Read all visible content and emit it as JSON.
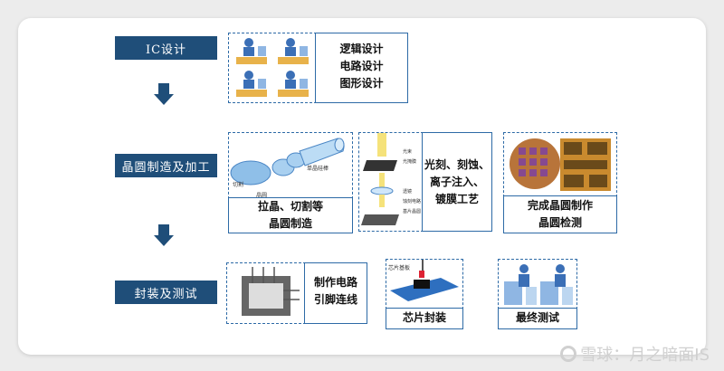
{
  "stages": [
    {
      "label": "IC设计"
    },
    {
      "label": "晶圆制造及加工"
    },
    {
      "label": "封装及测试"
    }
  ],
  "design": {
    "lines": [
      "逻辑设计",
      "电路设计",
      "图形设计"
    ]
  },
  "fab": {
    "wafer_caption": [
      "拉晶、切割等",
      "晶圆制造"
    ],
    "litho_caption": [
      "光刻、刻蚀、",
      "离子注入、",
      "镀膜工艺"
    ],
    "finish_caption": [
      "完成晶圆制作",
      "晶圆检测"
    ],
    "wafer_small_labels": [
      "单晶硅棒",
      "晶圆",
      "切割"
    ],
    "litho_small_labels": [
      "光束",
      "光掩膜",
      "透镜",
      "蚀刻电路",
      "基片晶圆"
    ]
  },
  "package": {
    "wire_caption": [
      "制作电路",
      "引脚连线"
    ],
    "chip_caption": "芯片封装",
    "test_caption": "最终测试",
    "chip_small_label": "芯片基板"
  },
  "watermark": "雪球：月之暗面IS",
  "colors": {
    "stage_bg": "#1f4e79",
    "border": "#2d6aa6"
  }
}
